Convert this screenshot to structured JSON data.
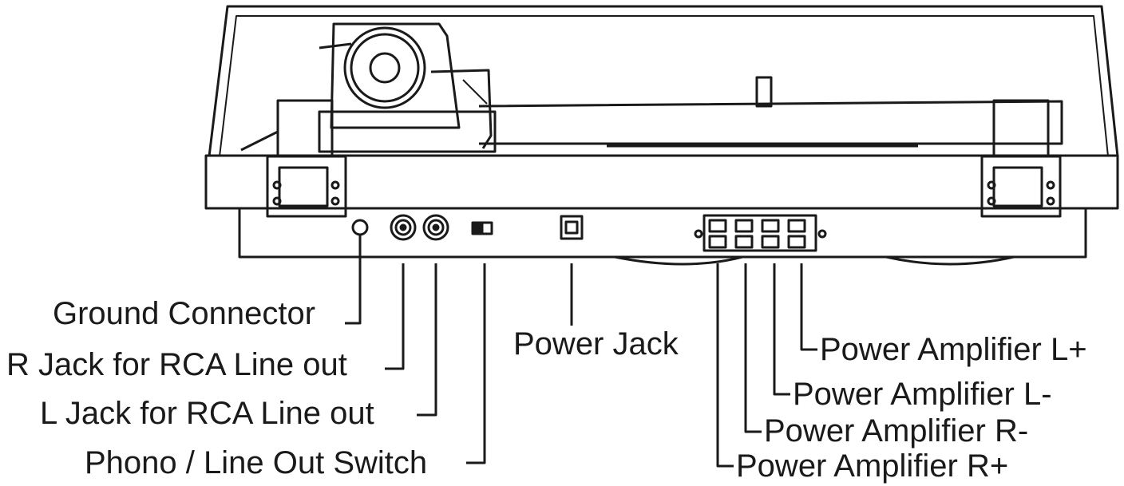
{
  "labels": {
    "ground": "Ground Connector",
    "r_jack": "R Jack for RCA Line out",
    "l_jack": "L Jack for RCA Line out",
    "switch": "Phono / Line Out Switch",
    "power_jack": "Power Jack",
    "amp_l_plus": "Power Amplifier L+",
    "amp_l_minus": "Power Amplifier L-",
    "amp_r_minus": "Power Amplifier R-",
    "amp_r_plus": "Power Amplifier R+"
  },
  "colors": {
    "stroke": "#1a1a1a",
    "background": "#ffffff"
  }
}
